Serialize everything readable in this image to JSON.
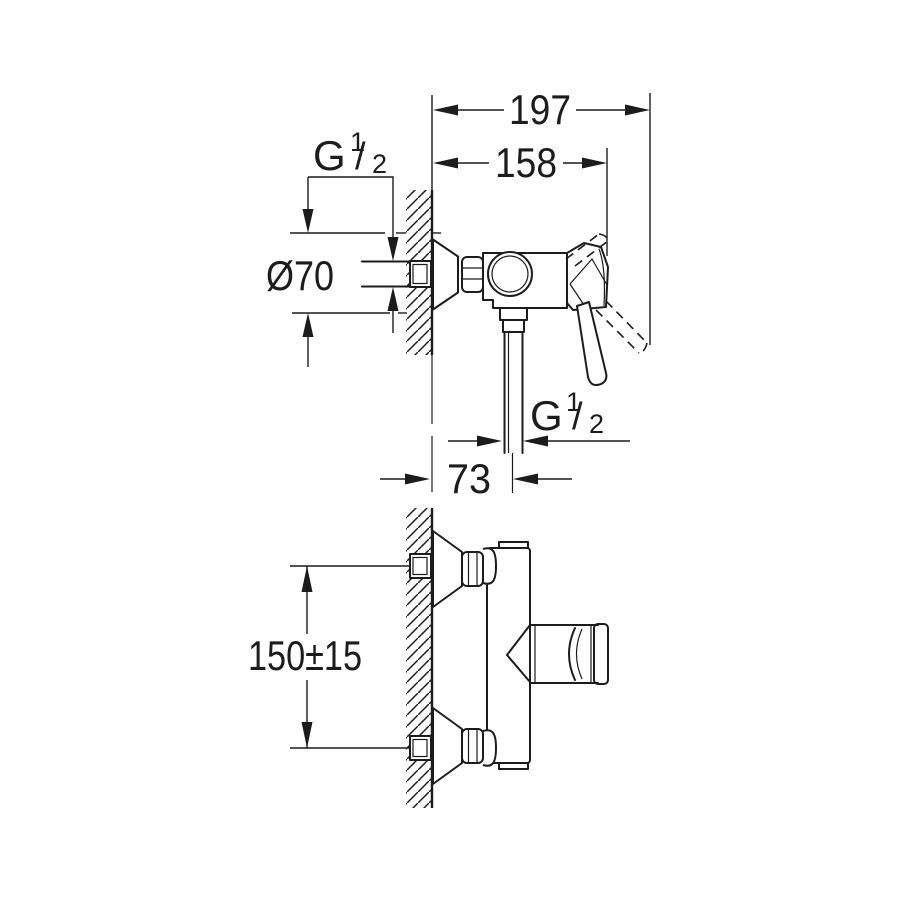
{
  "page": {
    "background": "#ffffff",
    "ink": "#1c1c1c"
  },
  "drawing": {
    "labels": {
      "dim_total_depth": "197",
      "dim_body_depth": "158",
      "dim_escutcheon_diameter": "Ø70",
      "dim_outlet_offset": "73",
      "dim_connection_spacing": "150±15",
      "thread_top": {
        "g": "G",
        "numerator": "1",
        "slash": "/",
        "denominator": "2"
      },
      "thread_bottom": {
        "g": "G",
        "numerator": "1",
        "slash": "/",
        "denominator": "2"
      }
    }
  }
}
